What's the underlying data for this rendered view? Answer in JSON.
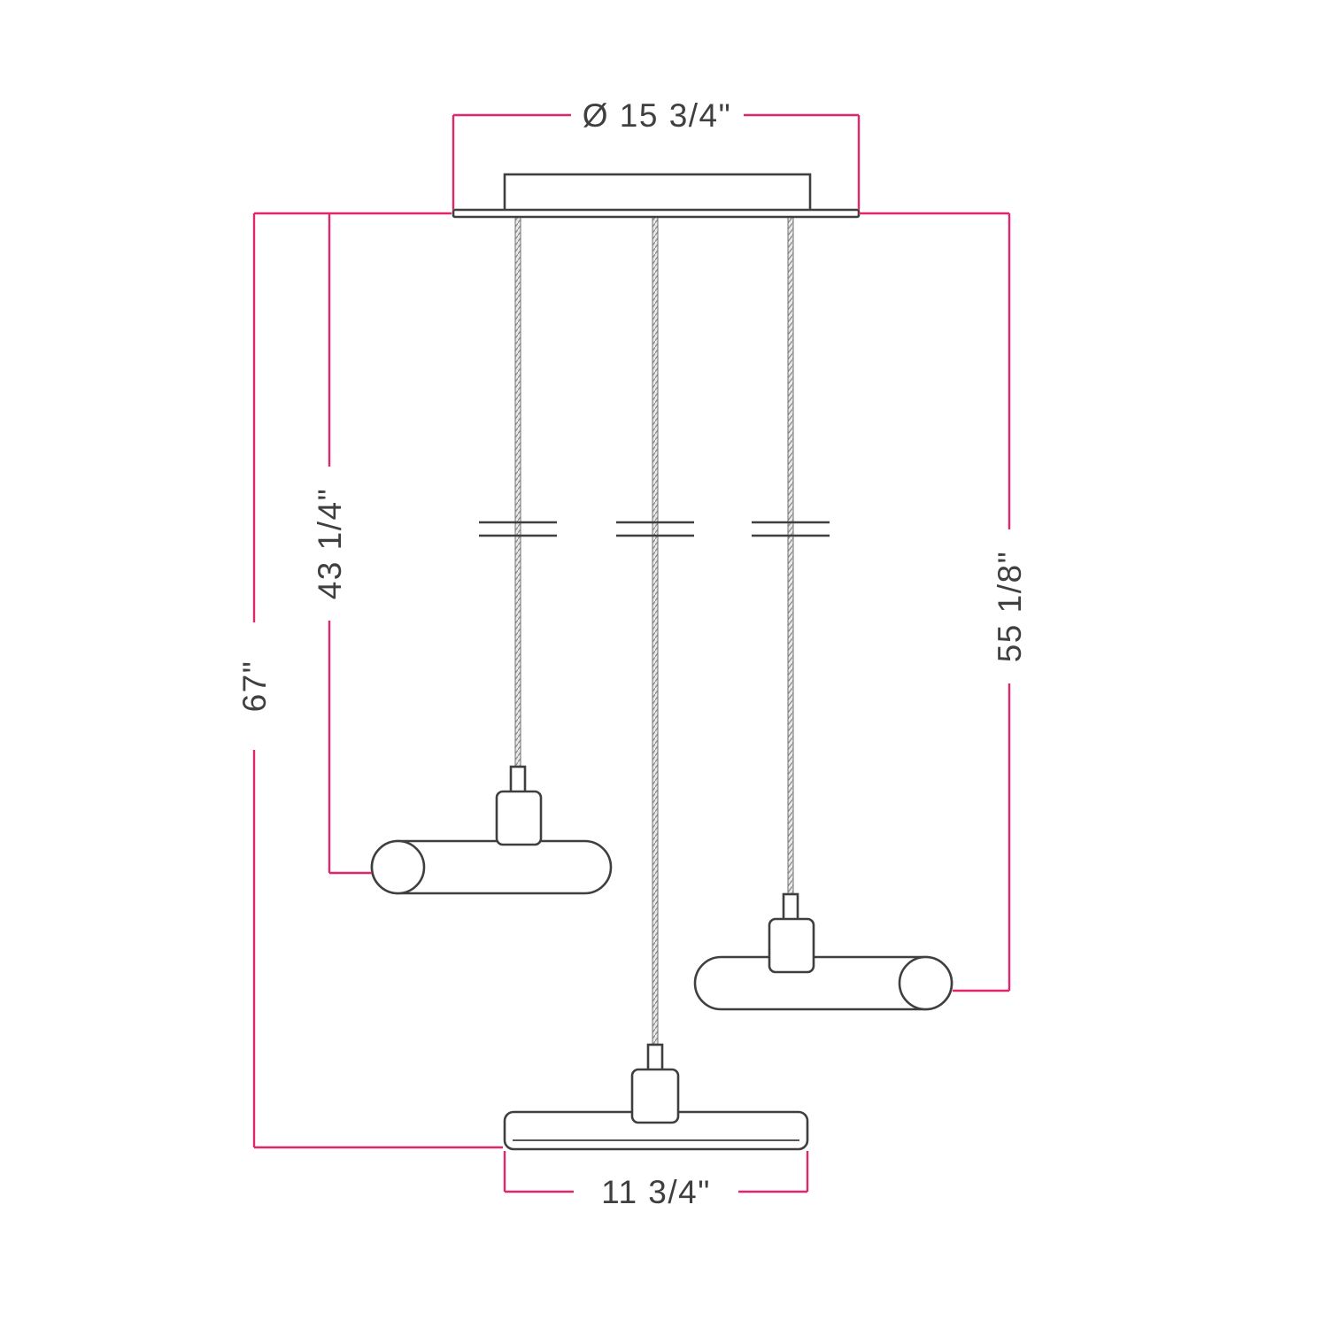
{
  "diagram": {
    "labels": {
      "canopy_diameter": "Ø 15 3/4\"",
      "overall_height": "67\"",
      "mid_pendant_height": "43 1/4\"",
      "right_pendant_height": "55 1/8\"",
      "shade_width": "11 3/4\""
    },
    "colors": {
      "dimension_line": "#e3256b",
      "drawing_line": "#3f3f3f",
      "cord_fill": "#9a9a9a",
      "background": "#ffffff"
    }
  }
}
